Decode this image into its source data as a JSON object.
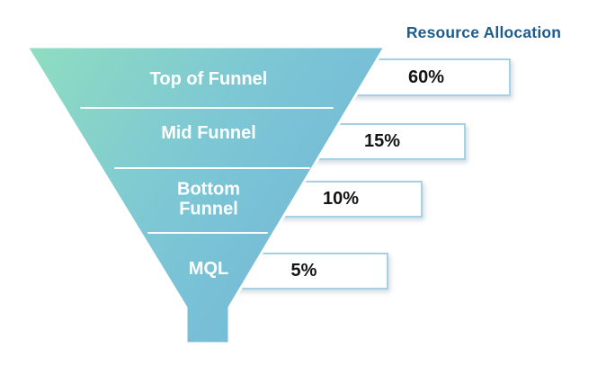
{
  "title": "Resource Allocation",
  "stages": [
    {
      "label": "Top of Funnel",
      "allocation": "60%"
    },
    {
      "label": "Mid Funnel",
      "allocation": "15%"
    },
    {
      "label": "Bottom Funnel",
      "allocation": "10%"
    },
    {
      "label": "MQL",
      "allocation": "5%"
    }
  ],
  "colors": {
    "title_text": "#1E5C8C",
    "funnel_gradient_start": "#8FDDC1",
    "funnel_gradient_mid": "#7CC6D5",
    "funnel_gradient_end": "#73B8D8",
    "funnel_outline": "#FFFFFF",
    "divider_line": "#FFFFFF",
    "bar_fill": "#FFFFFF",
    "bar_border": "#A6D0E4",
    "stage_label_text": "#FFFFFF",
    "allocation_text": "#141414"
  },
  "chart_data": {
    "type": "funnel",
    "title": "Resource Allocation",
    "categories": [
      "Top of Funnel",
      "Mid Funnel",
      "Bottom Funnel",
      "MQL"
    ],
    "values": [
      60,
      15,
      10,
      5
    ],
    "unit": "percent",
    "legend_position": "none",
    "layout": "inverted funnel on left with gradient fill, white callout bars to the right of each stage showing allocation percent"
  }
}
